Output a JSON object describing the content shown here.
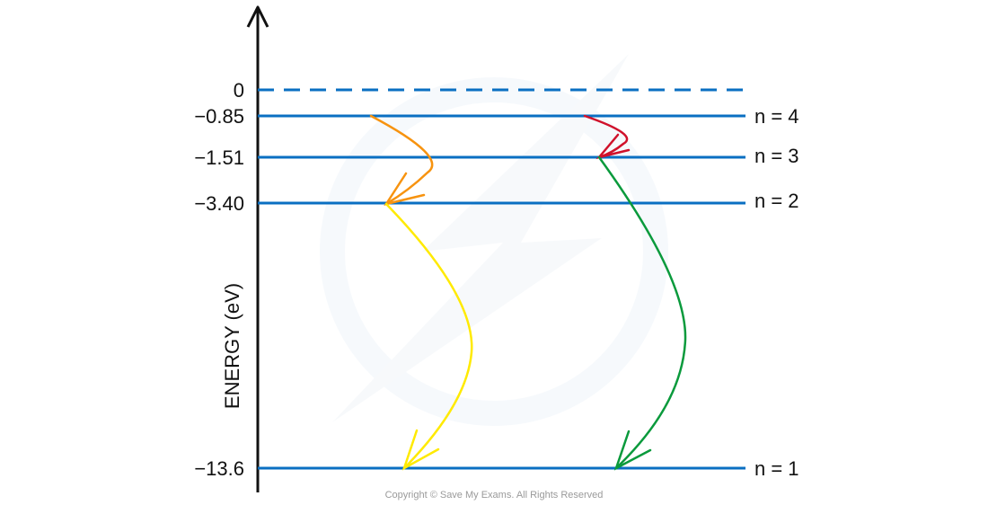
{
  "diagram": {
    "axis_label": "ENERGY (eV)",
    "levels": [
      {
        "value": "0",
        "name": "",
        "style": "dashed"
      },
      {
        "value": "−0.85",
        "name": "n = 4",
        "style": "solid"
      },
      {
        "value": "−1.51",
        "name": "n = 3",
        "style": "solid"
      },
      {
        "value": "−3.40",
        "name": "n = 2",
        "style": "solid"
      },
      {
        "value": "−13.6",
        "name": "n = 1",
        "style": "solid"
      }
    ],
    "transitions": [
      {
        "from": "n = 4",
        "to": "n = 2",
        "color": "#f7930f"
      },
      {
        "from": "n = 4",
        "to": "n = 3",
        "color": "#d0112b"
      },
      {
        "from": "n = 2",
        "to": "n = 1",
        "color": "#ffea00"
      },
      {
        "from": "n = 3",
        "to": "n = 1",
        "color": "#0a9a3c"
      }
    ],
    "level_color": "#0a6fc2",
    "copyright": "Copyright © Save My Exams. All Rights Reserved"
  }
}
